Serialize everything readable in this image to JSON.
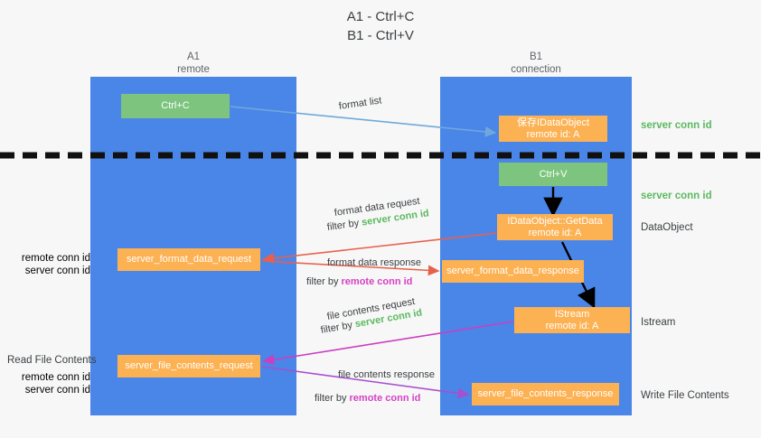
{
  "diagram": {
    "title_line1": "A1 - Ctrl+C",
    "title_line2": "B1 - Ctrl+V",
    "lanes": [
      {
        "name": "A1",
        "sub": "remote"
      },
      {
        "name": "B1",
        "sub": "connection"
      }
    ],
    "boxes": {
      "ctrl_c": "Ctrl+C",
      "save_dataobject_l1": "保存IDataObject",
      "save_dataobject_l2": "remote id: A",
      "ctrl_v": "Ctrl+V",
      "getdata_l1": "IDataObject::GetData",
      "getdata_l2": "remote id: A",
      "server_format_data_request": "server_format_data_request",
      "server_format_data_response": "server_format_data_response",
      "istream_l1": "IStream",
      "istream_l2": "remote id: A",
      "server_file_contents_request": "server_file_contents_request",
      "server_file_contents_response": "server_file_contents_response"
    },
    "side_labels": {
      "server_conn_id_top": "server conn id",
      "server_conn_id_mid": "server conn id",
      "dataobject": "DataObject",
      "istream": "Istream",
      "write_file_contents": "Write File Contents",
      "read_file_contents": "Read File Contents",
      "remote_conn_id": "remote conn id",
      "server_conn_id": "server conn id"
    },
    "arrow_labels": {
      "format_list": "format list",
      "format_data_request": "format data request",
      "filter_by": "filter by",
      "server_conn_id": "server conn id",
      "remote_conn_id": "remote conn id",
      "format_data_response": "format data response",
      "file_contents_request": "file contents request",
      "file_contents_response": "file contents response"
    },
    "colors": {
      "lane": "#4a86e8",
      "green_box": "#7dc57f",
      "orange_box": "#fcb153",
      "green_text": "#5bb95e",
      "purple_text": "#b45fd6",
      "magenta_text": "#d641c4",
      "blue_arrow": "#6fa8dc",
      "red_arrow": "#e8604c",
      "magenta_arrow": "#cc3ec0",
      "purple_arrow": "#a64fd0",
      "black_arrow": "#000000",
      "background": "#f7f7f7"
    }
  }
}
